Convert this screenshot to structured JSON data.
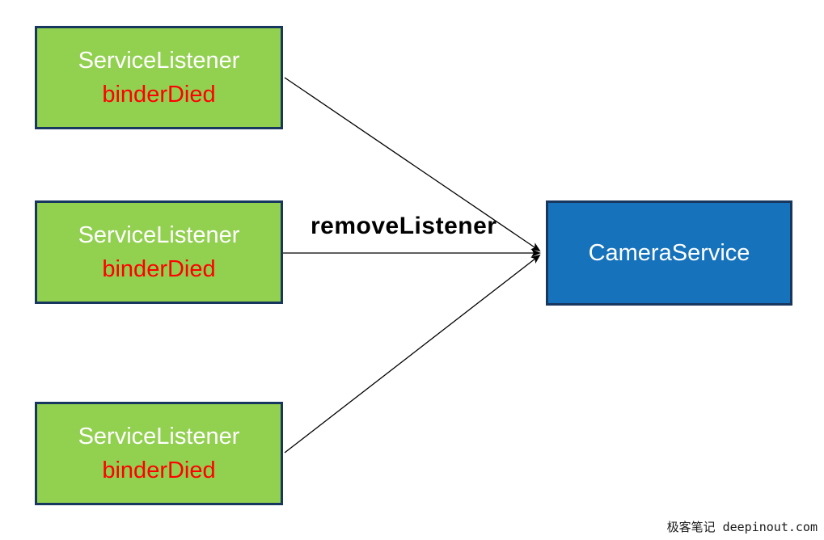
{
  "diagram": {
    "listeners": [
      {
        "title": "ServiceListener",
        "subtitle": "binderDied"
      },
      {
        "title": "ServiceListener",
        "subtitle": "binderDied"
      },
      {
        "title": "ServiceListener",
        "subtitle": "binderDied"
      }
    ],
    "service": {
      "title": "CameraService"
    },
    "arrow_label": "removeListener",
    "arrows": [
      {
        "from": "listener-1",
        "to": "camera-service"
      },
      {
        "from": "listener-2",
        "to": "camera-service"
      },
      {
        "from": "listener-3",
        "to": "camera-service"
      }
    ]
  },
  "watermark": {
    "text": "极客笔记 deepinout.com"
  },
  "colors": {
    "listener_fill": "#92D050",
    "service_fill": "#1672BB",
    "box_border": "#17375E",
    "listener_title": "#FFFFFF",
    "listener_subtitle": "#FF0000",
    "service_title": "#FFFFFF",
    "arrow": "#000000",
    "label": "#000000",
    "background": "#FFFFFF"
  }
}
